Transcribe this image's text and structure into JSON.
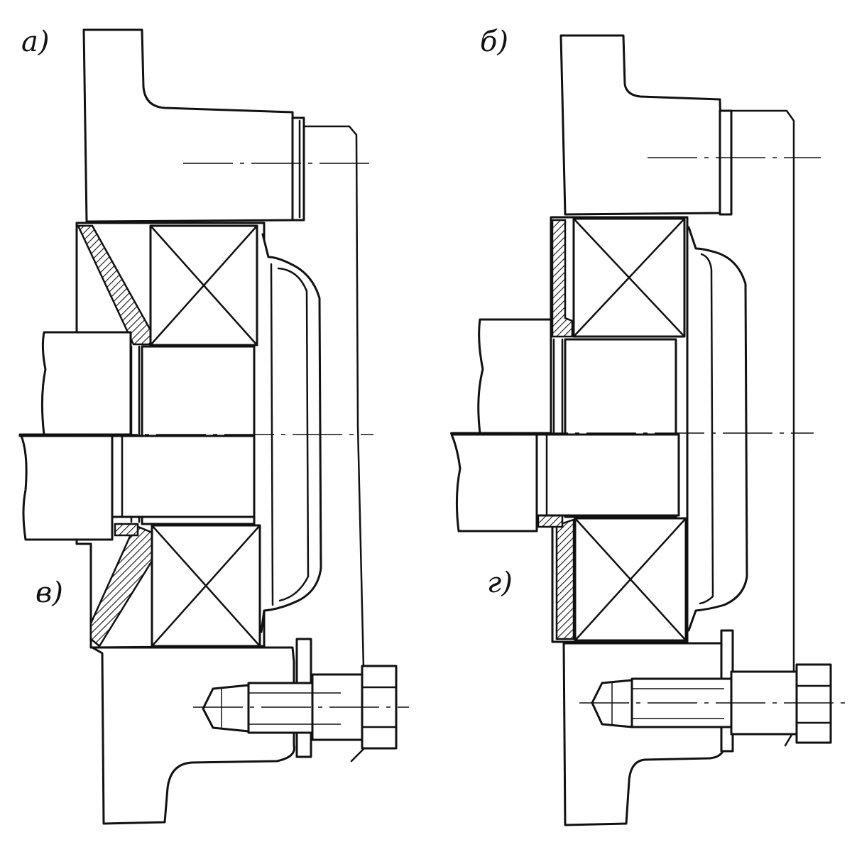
{
  "figure": {
    "views": [
      {
        "id": "a",
        "label": "а)"
      },
      {
        "id": "b",
        "label": "б)"
      },
      {
        "id": "v",
        "label": "в)"
      },
      {
        "id": "g",
        "label": "г)"
      }
    ],
    "colors": {
      "line": "#111111",
      "background": "#ffffff"
    }
  }
}
